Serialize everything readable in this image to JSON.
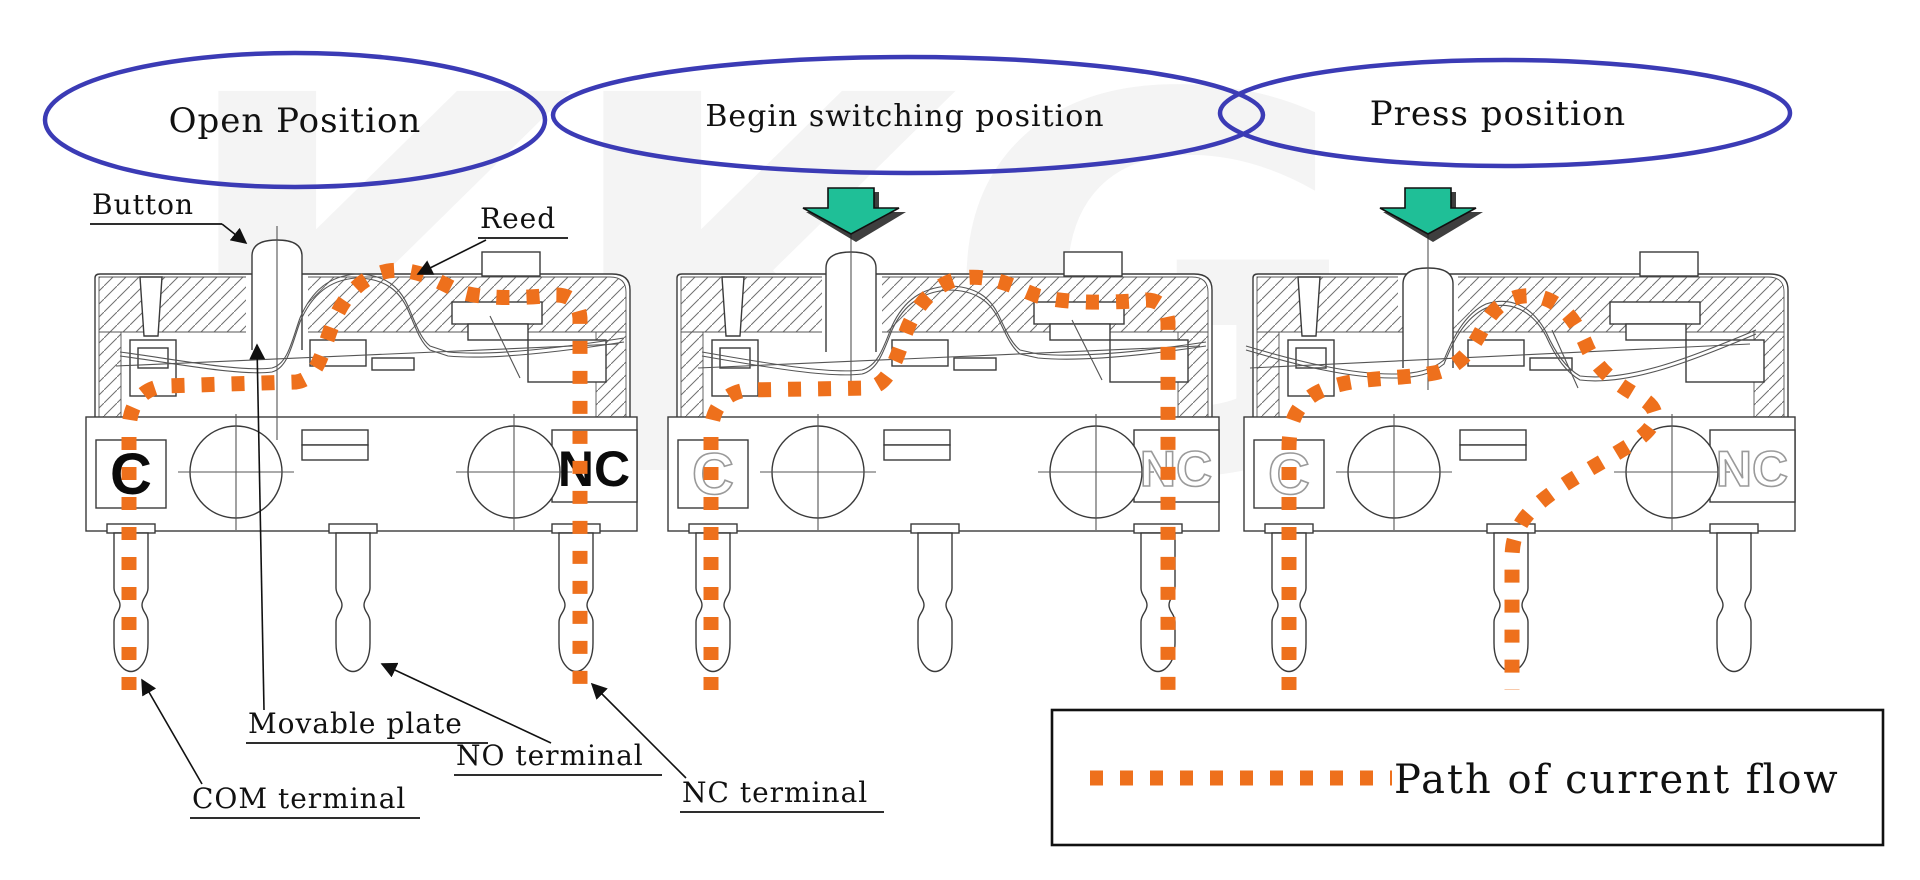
{
  "stages": [
    {
      "label": "Open Position",
      "com_terminal_mark": "C",
      "nc_terminal_mark": "NC",
      "current_path": "COM to NC",
      "mark_style": "bold"
    },
    {
      "label": "Begin switching position",
      "com_terminal_mark": "C",
      "nc_terminal_mark": "NC",
      "current_path": "COM to NC",
      "mark_style": "ghost"
    },
    {
      "label": "Press position",
      "com_terminal_mark": "C",
      "nc_terminal_mark": "NC",
      "current_path": "COM to NO",
      "mark_style": "ghost"
    }
  ],
  "annotations": {
    "button": "Button",
    "reed": "Reed",
    "movable_plate": "Movable plate",
    "no_terminal": "NO terminal",
    "com_terminal": "COM terminal",
    "nc_terminal": "NC terminal"
  },
  "legend": {
    "label": "Path of current flow"
  },
  "watermark": {
    "text": "KKG"
  },
  "colors": {
    "current_path": "#ee701c",
    "stage_ellipse": "#3b3bb5",
    "press_arrow": "#1fbf97",
    "line_art": "#3a3a3a"
  }
}
